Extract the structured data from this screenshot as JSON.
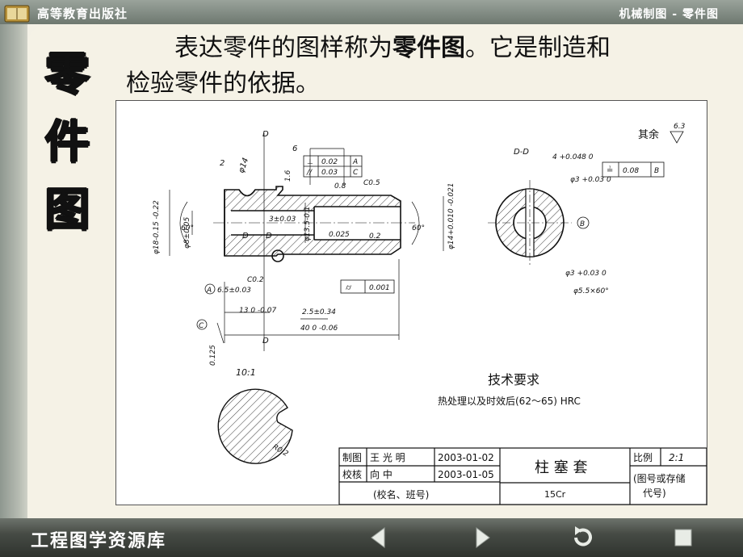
{
  "header": {
    "publisher": "高等教育出版社",
    "breadcrumb": "机械制图 - 零件图"
  },
  "slide": {
    "vertical_title": [
      "零",
      "件",
      "图"
    ],
    "intro": {
      "part1": "表达零件的图样称为",
      "bold": "零件图",
      "part2": "。它是制造和",
      "line2": "检验零件的依据。"
    }
  },
  "drawing": {
    "section_label_top": "D",
    "section_label_bottom": "D",
    "dim_6": "6",
    "chamfer_2": "2",
    "dia_14": "φ14",
    "tol_perp": "⊥",
    "tol_perp_val": "0.02",
    "tol_perp_ref": "A",
    "tol_par": "//",
    "tol_par_val": "0.03",
    "tol_par_ref": "C",
    "rough_08": "0.8",
    "rough_16": "1.6",
    "chamfer_c05": "C0.5",
    "dia_18": "φ18-0.15 -0.22",
    "angle_60_left": "60°",
    "dia_8": "φ8±0.05",
    "dim_3": "3±0.03",
    "dia_13": "φ13.5-0.1",
    "section_mark_D1": "D",
    "section_mark_D2": "D",
    "rough_0025": "0.025",
    "rough_02": "0.2",
    "angle_60_right": "60°",
    "dia_14_tol": "φ14+0.010 -0.021",
    "chamfer_c02": "C0.2",
    "datum_a": "A",
    "dim_65": "6.5±0.03",
    "cyl_val": "0.001",
    "dim_13": "13 0 -0.07",
    "dim_25": "2.5±0.34",
    "dim_40": "40 0 -0.06",
    "datum_c": "C",
    "dim_0125": "0.125",
    "section_title": "D-D",
    "dim_4": "4 +0.048 0",
    "sym_val": "0.08",
    "sym_ref": "B",
    "hole_3a": "φ3 +0.03 0",
    "datum_b": "B",
    "hole_3b": "φ3 +0.03 0",
    "csk": "φ5.5×60°",
    "rest_rough": "其余",
    "rest_rough_val": "6.3",
    "scale_detail": "10:1",
    "r02": "R0.2",
    "tech_title": "技术要求",
    "tech_text": "热处理以及时效后(62～65) HRC",
    "title_block": {
      "drawn_label": "制图",
      "drawn_by": "王  光  明",
      "drawn_date": "2003-01-02",
      "check_label": "校核",
      "checked_by": "向        中",
      "check_date": "2003-01-05",
      "school": "(校名、班号)",
      "part_name": "柱  塞  套",
      "material": "15Cr",
      "scale_label": "比例",
      "scale_val": "2:1",
      "drawing_no": "(图号或存储",
      "drawing_no2": "代号)"
    }
  },
  "footer": {
    "library": "工程图学资源库",
    "prev_icon": "prev-arrow-icon",
    "next_icon": "next-arrow-icon",
    "replay_icon": "replay-icon",
    "stop_icon": "stop-icon"
  }
}
